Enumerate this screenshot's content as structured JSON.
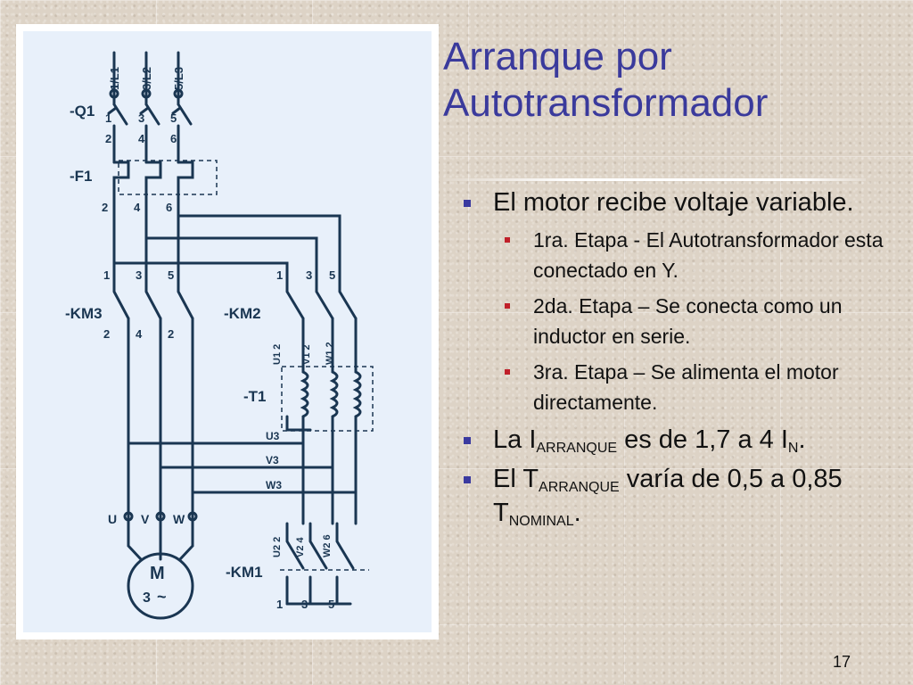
{
  "slide": {
    "title_line1": "Arranque por",
    "title_line2": "Autotransformador",
    "page_number": "17"
  },
  "bullets": [
    {
      "text": "El motor recibe voltaje variable."
    },
    {
      "text": "1ra. Etapa - El Autotransformador esta conectado en Y."
    },
    {
      "text": "2da. Etapa – Se conecta como un inductor en serie."
    },
    {
      "text": "3ra. Etapa – Se alimenta el motor directamente."
    }
  ],
  "bullet_iarranque": {
    "prefix": "La I",
    "sub1": "ARRANQUE",
    "middle": " es de 1,7 a 4 I",
    "sub2": "N",
    "suffix": "."
  },
  "bullet_tarranque": {
    "prefix": "El T",
    "sub1": "ARRANQUE",
    "middle": " varía de 0,5 a 0,85 T",
    "sub2": "NOMINAL",
    "suffix": "."
  },
  "diagram": {
    "supply_labels": [
      "1/L1",
      "3/L2",
      "5/L3"
    ],
    "device_labels": {
      "q1": "-Q1",
      "f1": "-F1",
      "km3": "-KM3",
      "km2": "-KM2",
      "t1": "-T1",
      "km1": "-KM1"
    },
    "q1_terminals": [
      "1",
      "2",
      "3",
      "4",
      "5",
      "6"
    ],
    "f1_terminals": [
      "2",
      "4",
      "6"
    ],
    "km3_top_terminals": [
      "1",
      "3",
      "5"
    ],
    "km3_bottom_terminals": [
      "2",
      "4",
      "2"
    ],
    "km2_top_terminals": [
      "1",
      "3",
      "5"
    ],
    "km2_bottom_terminals": [
      "U1 2",
      "V1 2",
      "W1 2"
    ],
    "tap_labels": [
      "U3",
      "V3",
      "W3"
    ],
    "motor_terminals": [
      "U",
      "V",
      "W"
    ],
    "km1_top_terminals": [
      "U2 2",
      "V2 4",
      "W2 6"
    ],
    "km1_bottom_terminals": [
      "1",
      "3",
      "5"
    ],
    "motor_symbol": "M",
    "motor_phase": "3",
    "motor_ac": "~"
  },
  "colors": {
    "title": "#3a3a9c",
    "wire": "#1a3652",
    "frame_bg": "#e8f0fa",
    "bullet_square": "#3a3aa0",
    "sub_bullet_square": "#c0202a"
  }
}
